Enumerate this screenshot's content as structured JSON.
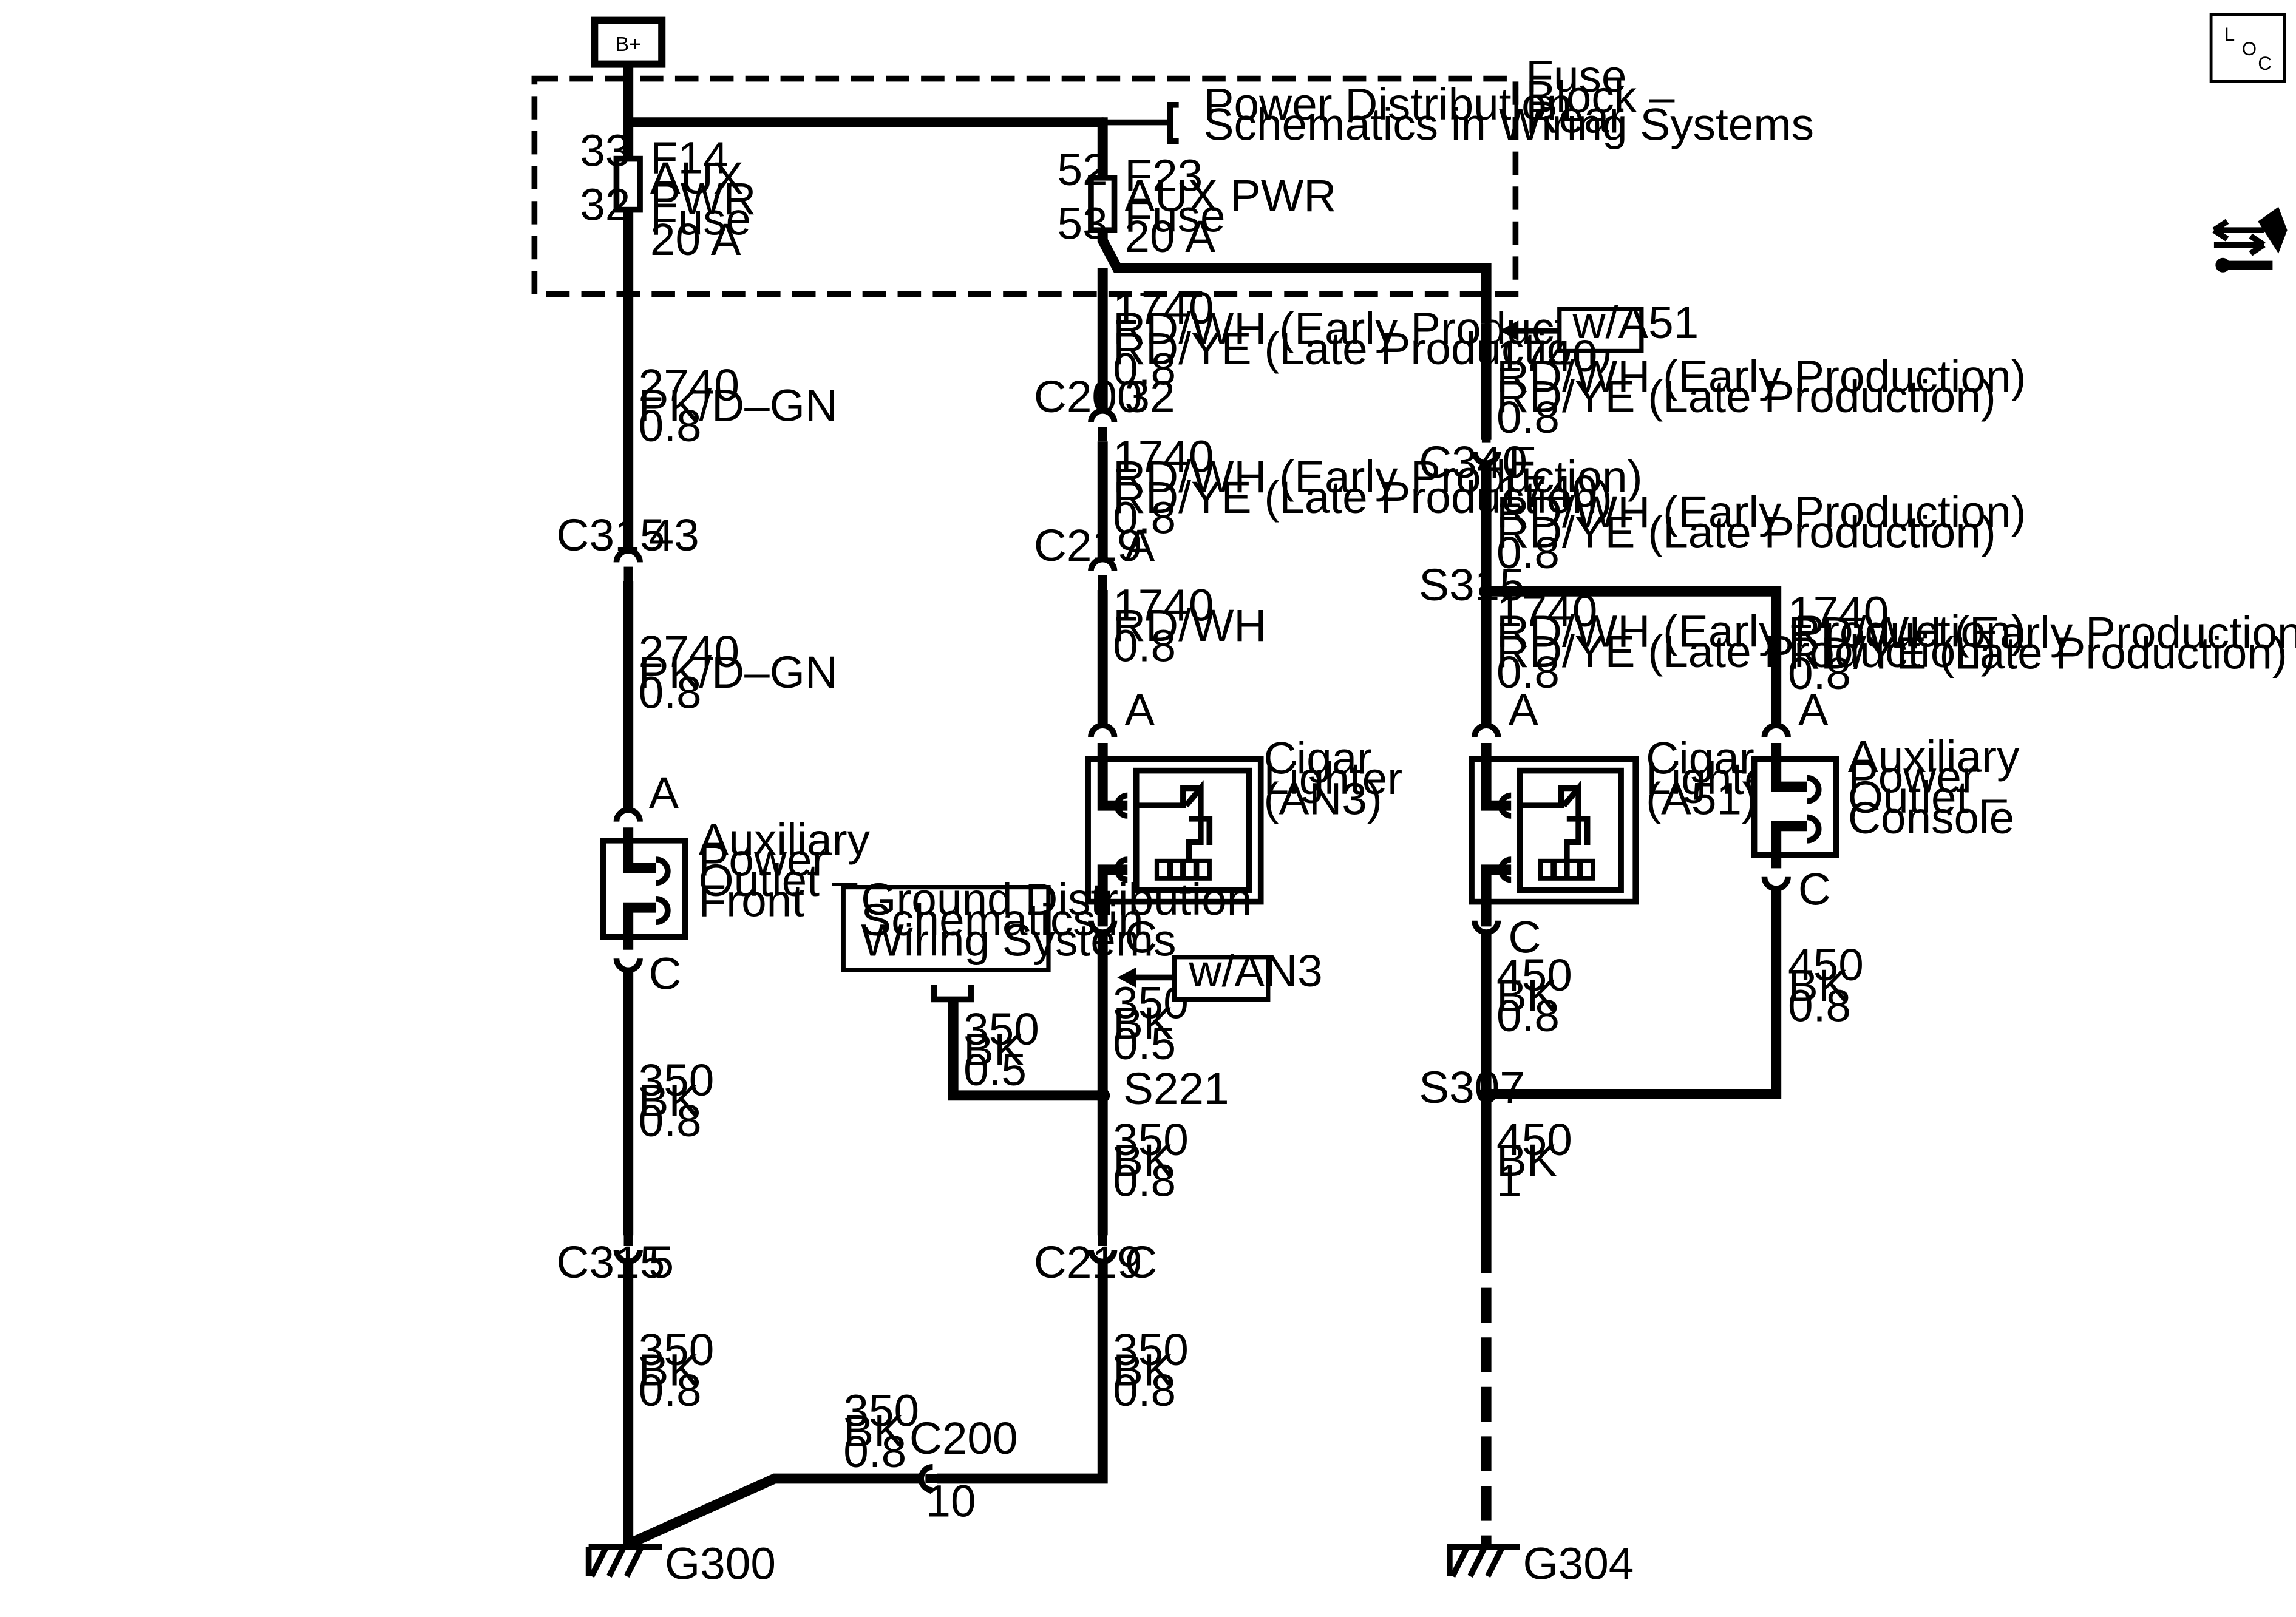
{
  "badges": {
    "bplus": "B+",
    "loc_l": "L",
    "loc_o": "O",
    "loc_c": "C"
  },
  "fuse_block": {
    "label": [
      "Fuse",
      "Block –",
      "Rear"
    ],
    "power_ref": [
      "Power Distribution",
      "Schematics in Wiring Systems"
    ]
  },
  "fuses": {
    "f14": {
      "lines": [
        "F14",
        "AUX",
        "PWR",
        "Fuse",
        "20 A"
      ],
      "pin_top": "33",
      "pin_bottom": "32"
    },
    "f23": {
      "lines": [
        "F23",
        "AUX PWR",
        "Fuse",
        "20 A"
      ],
      "pin_top": "52",
      "pin_bottom": "53"
    }
  },
  "options": {
    "a51": "w/A51",
    "an3": "w/AN3"
  },
  "ground_ref": [
    "Ground Distribution",
    "Schematics in",
    "Wiring Systems"
  ],
  "components": {
    "apo_front": [
      "Auxiliary",
      "Power",
      "Outlet –",
      "Front"
    ],
    "lighter_an3": [
      "Cigar",
      "Lighter",
      "(AN3)"
    ],
    "lighter_a51": [
      "Cigar",
      "Lighter",
      "(A51)"
    ],
    "apo_console": [
      "Auxiliary",
      "Power",
      "Outlet –",
      "Console"
    ]
  },
  "wires": {
    "l1_top": [
      "2740",
      "PK/D–GN",
      "0.8"
    ],
    "l1_mid": [
      "2740",
      "PK/D–GN",
      "0.8"
    ],
    "l1_gnd1": [
      "350",
      "BK",
      "0.8"
    ],
    "l1_gnd2": [
      "350",
      "BK",
      "0.8"
    ],
    "l2_top": [
      "1740",
      "RD/WH (Early Production)",
      "RD/YE (Late Production)",
      "0.8"
    ],
    "l2_mid": [
      "1740",
      "RD/WH (Early Production)",
      "RD/YE (Late Production)",
      "0.8"
    ],
    "l2_low": [
      "1740",
      "RD/WH",
      "0.8"
    ],
    "l2_gnd1": [
      "350",
      "BK",
      "0.5"
    ],
    "l2_gnd2": [
      "350",
      "BK",
      "0.8"
    ],
    "l2_gnd3": [
      "350",
      "BK",
      "0.8"
    ],
    "gref": [
      "350",
      "BK",
      "0.5"
    ],
    "bottom": [
      "350",
      "BK",
      "0.8"
    ],
    "l3_top": [
      "1740",
      "RD/WH (Early Production)",
      "RD/YE (Late Production)",
      "0.8"
    ],
    "l3_mid": [
      "1740",
      "RD/WH (Early Production)",
      "RD/YE (Late Production)",
      "0.8"
    ],
    "l3_low": [
      "1740",
      "RD/WH (Early Production)",
      "RD/YE (Late Production)",
      "0.8"
    ],
    "l4_low": [
      "1740",
      "RD/WH (Early Production)",
      "RD/YE (Late Production)",
      "0.8"
    ],
    "l3_gnd1": [
      "450",
      "BK",
      "0.8"
    ],
    "l4_gnd": [
      "450",
      "BK",
      "0.8"
    ],
    "l3_gnd2": [
      "450",
      "BK",
      "1"
    ]
  },
  "connectors": {
    "c315a": {
      "name": "C315",
      "pin": "43"
    },
    "c315b": {
      "name": "C315",
      "pin": "5"
    },
    "c200a": {
      "name": "C200",
      "pin": "32"
    },
    "c219a": {
      "name": "C219",
      "pin": "A"
    },
    "c219b": {
      "name": "C219",
      "pin": "C"
    },
    "c200b": {
      "name": "C200",
      "pin": "10"
    },
    "c340": {
      "name": "C340",
      "pin": "F"
    }
  },
  "pins": {
    "apo_front_a": "A",
    "apo_front_c": "C",
    "an3_a": "A",
    "an3_c": "C",
    "a51_a": "A",
    "a51_c": "C",
    "console_a": "A",
    "console_c": "C"
  },
  "splices": {
    "s221": "S221",
    "s315": "S315",
    "s307": "S307"
  },
  "grounds": {
    "g300": "G300",
    "g304": "G304"
  }
}
